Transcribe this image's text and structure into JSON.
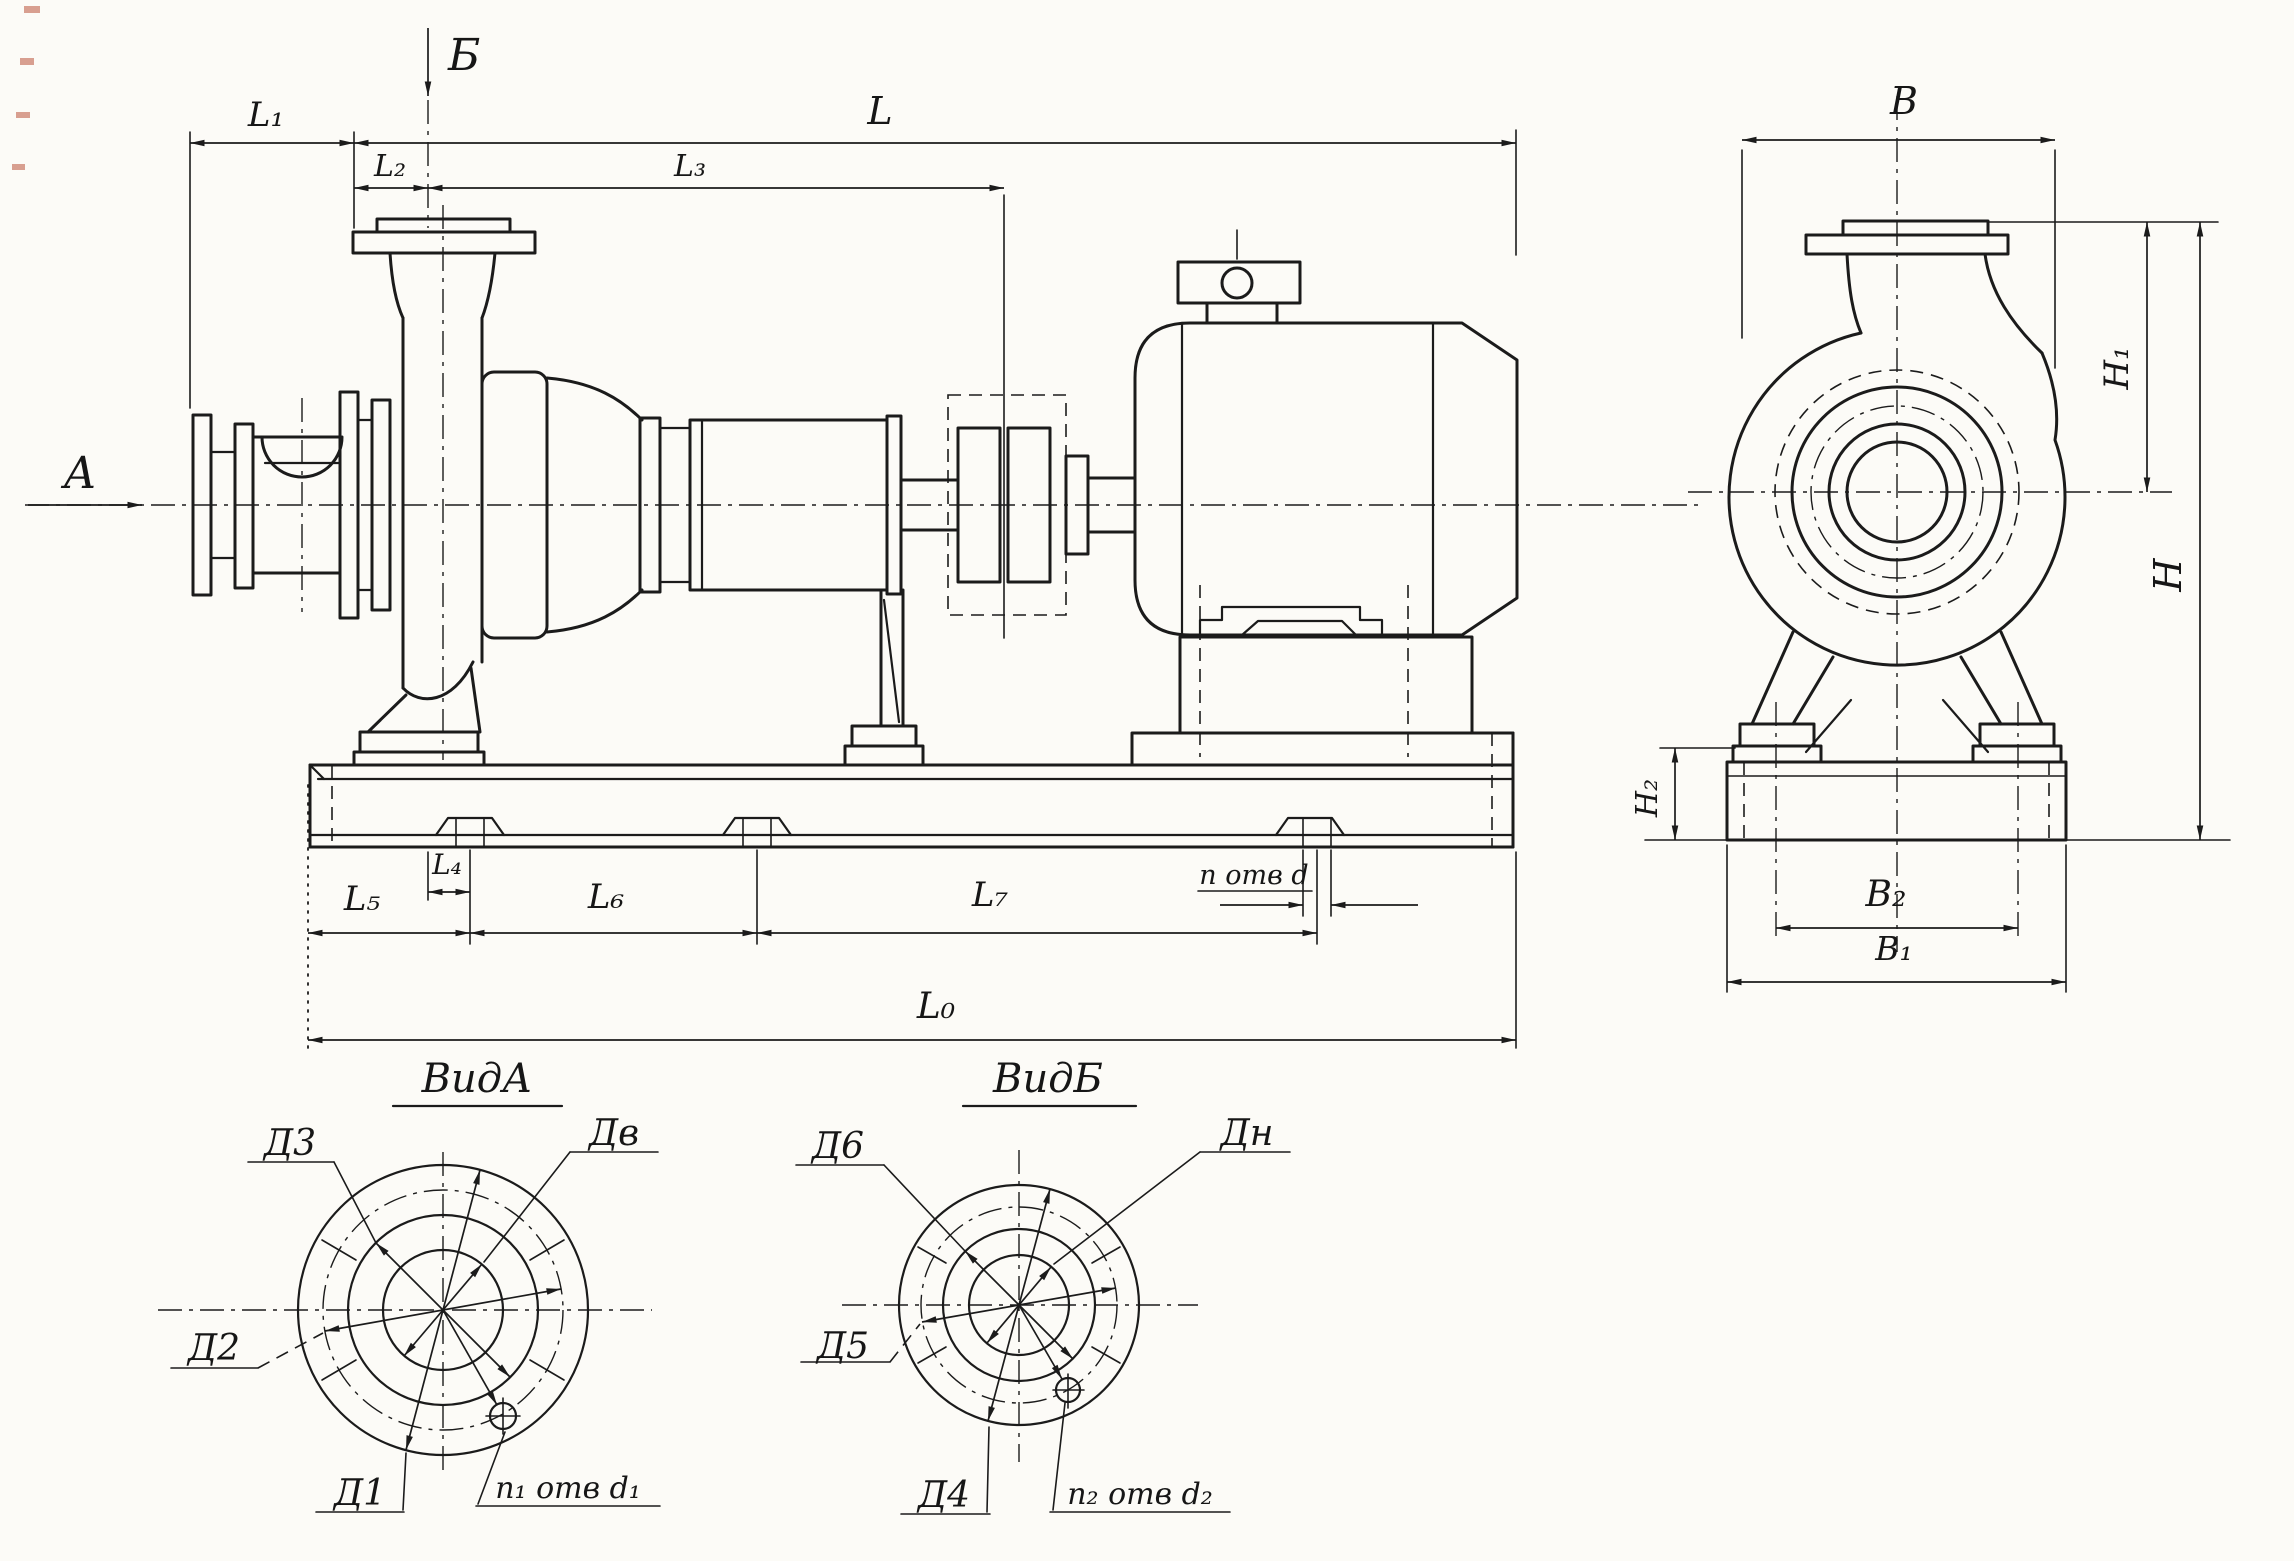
{
  "ink_color": "#1b1b1b",
  "paper_color": "#fcfbf7",
  "main_view": {
    "view_arrow_a": "А",
    "view_arrow_b": "Б",
    "dim_l1": "L₁",
    "dim_l": "L",
    "dim_l2": "L₂",
    "dim_l3": "L₃",
    "dim_l4": "L₄",
    "dim_l5": "L₅",
    "dim_l6": "L₆",
    "dim_l7": "L₇",
    "dim_l0": "L₀",
    "holes_note": "п отв d"
  },
  "side_view": {
    "dim_b": "В",
    "dim_h1": "Н₁",
    "dim_h": "Н",
    "dim_h2": "Н₂",
    "dim_b2": "В₂",
    "dim_b1": "В₁"
  },
  "view_a": {
    "title": "ВидА",
    "d3": "Д3",
    "dv": "Дв",
    "d2": "Д2",
    "d1": "Д1",
    "holes": "n₁ отв d₁"
  },
  "view_b": {
    "title": "ВидБ",
    "d6": "Д6",
    "dn": "Дн",
    "d5": "Д5",
    "d4": "Д4",
    "holes": "n₂ отв d₂"
  }
}
